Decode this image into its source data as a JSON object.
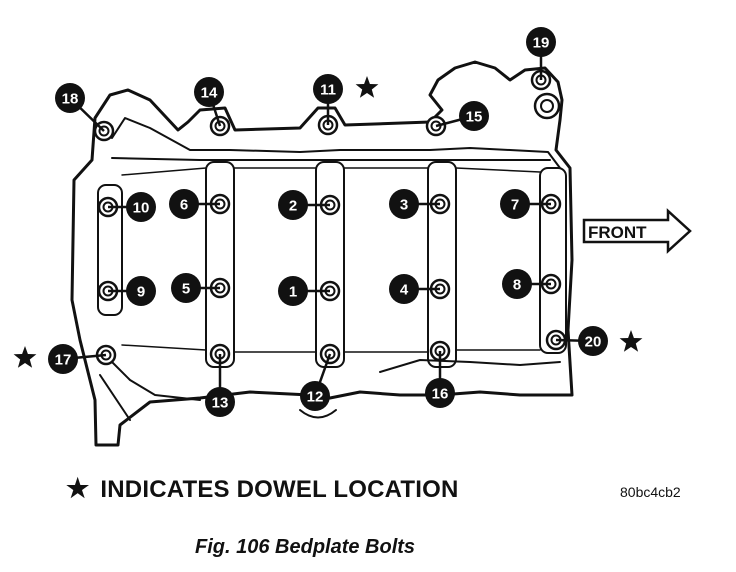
{
  "direction_label": "FRONT",
  "legend": {
    "star_symbol": "★",
    "text": "INDICATES DOWEL LOCATION"
  },
  "image_code": "80bc4cb2",
  "caption": "Fig. 106 Bedplate Bolts",
  "bolts": [
    {
      "num": "1"
    },
    {
      "num": "2"
    },
    {
      "num": "3"
    },
    {
      "num": "4"
    },
    {
      "num": "5"
    },
    {
      "num": "6"
    },
    {
      "num": "7"
    },
    {
      "num": "8"
    },
    {
      "num": "9"
    },
    {
      "num": "10"
    },
    {
      "num": "11",
      "dowel": true
    },
    {
      "num": "12"
    },
    {
      "num": "13"
    },
    {
      "num": "14"
    },
    {
      "num": "15"
    },
    {
      "num": "16"
    },
    {
      "num": "17",
      "dowel": true
    },
    {
      "num": "18"
    },
    {
      "num": "19"
    },
    {
      "num": "20",
      "dowel": true
    }
  ],
  "colors": {
    "ink": "#111111",
    "paper": "#ffffff"
  }
}
